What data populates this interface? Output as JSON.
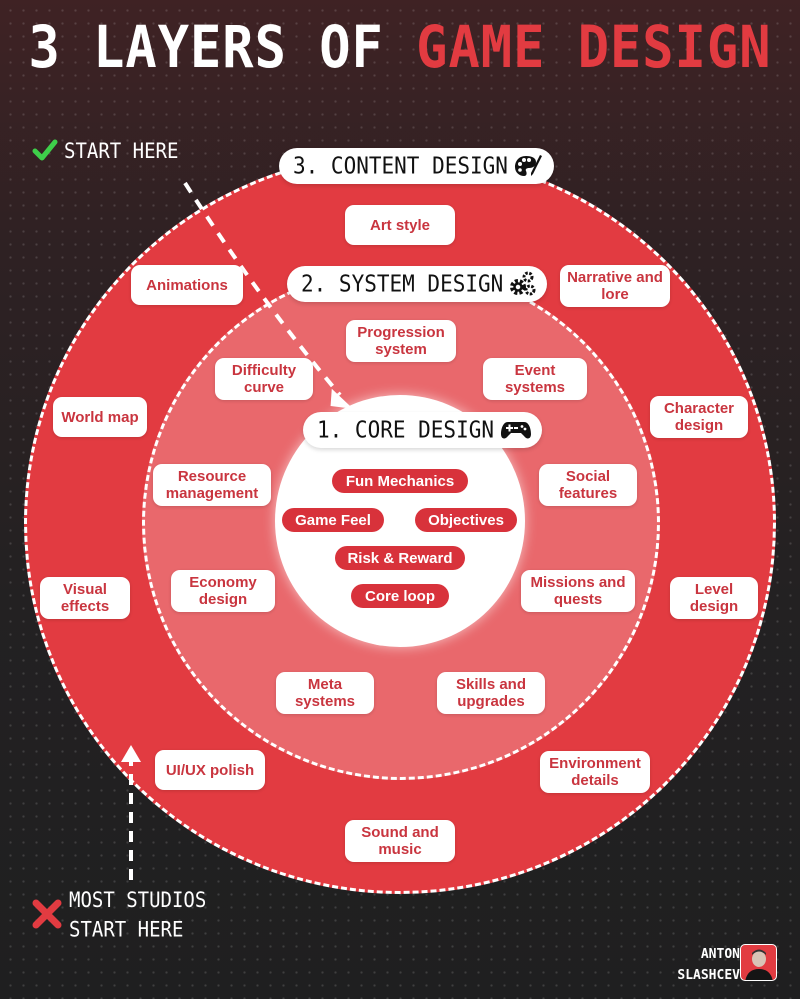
{
  "title": {
    "prefix": "3 LAYERS OF ",
    "accent": "GAME DESIGN"
  },
  "colors": {
    "accent": "#e23b41",
    "outer_ring": "#e23b41",
    "middle_ring": "#e9686c",
    "inner_core": "#ffffff",
    "check": "#3ecf4a",
    "background": "#232122"
  },
  "annotations": {
    "start_here": {
      "icon": "check-icon",
      "text": "START HERE"
    },
    "most_studios": {
      "icon": "cross-icon",
      "line1": "MOST STUDIOS",
      "line2": "START HERE"
    }
  },
  "layers": {
    "content": {
      "label": "3. CONTENT DESIGN",
      "icon": "palette-icon",
      "items": [
        "Art style",
        "Animations",
        "Narrative and lore",
        "World map",
        "Character design",
        "Visual effects",
        "Level design",
        "UI/UX polish",
        "Environment details",
        "Sound and music"
      ]
    },
    "system": {
      "label": "2. SYSTEM DESIGN",
      "icon": "gears-icon",
      "items": [
        "Progression system",
        "Difficulty curve",
        "Event systems",
        "Resource management",
        "Social features",
        "Economy design",
        "Missions and quests",
        "Meta systems",
        "Skills and upgrades"
      ]
    },
    "core": {
      "label": "1. CORE DESIGN",
      "icon": "gamepad-icon",
      "items": [
        "Fun Mechanics",
        "Game Feel",
        "Objectives",
        "Risk & Reward",
        "Core loop"
      ]
    }
  },
  "author": {
    "first": "ANTON",
    "last": "SLASHCEV"
  }
}
